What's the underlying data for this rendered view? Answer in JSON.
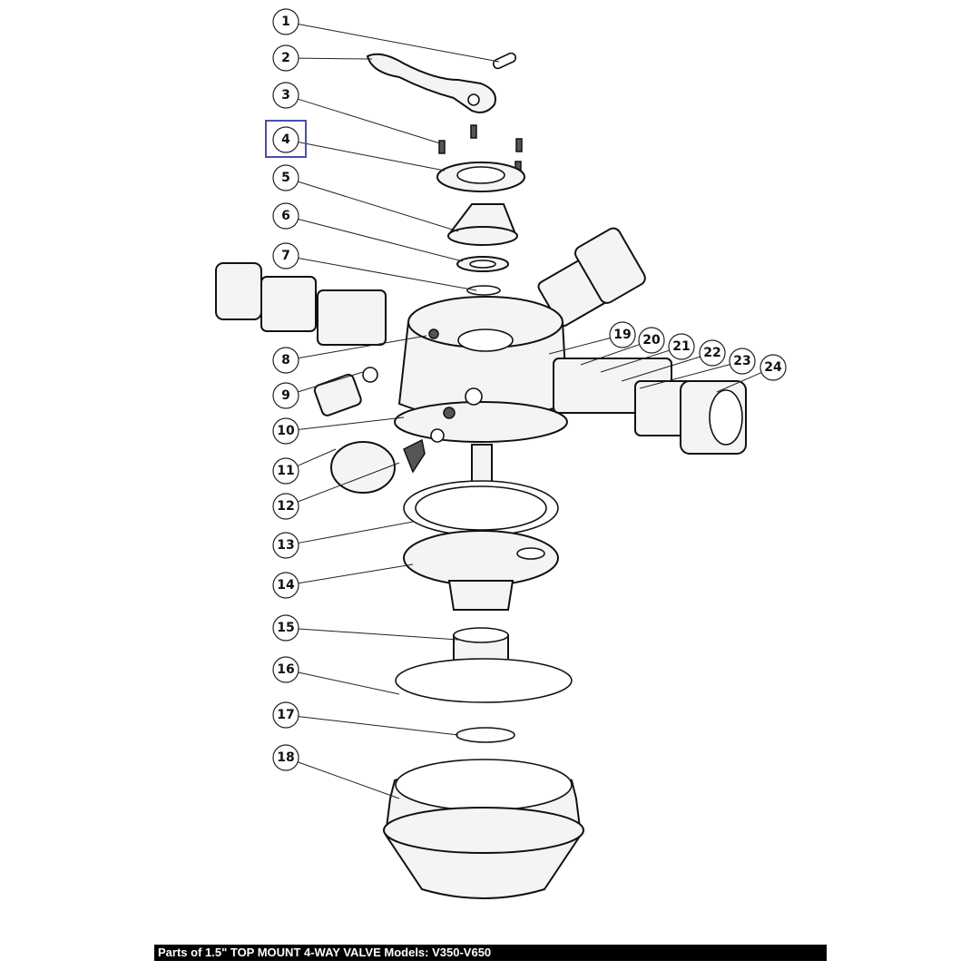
{
  "caption": "Parts of 1.5\" TOP MOUNT 4-WAY VALVE Models: V350-V650",
  "highlighted_part": "4",
  "highlight_color": "#4b4fa8",
  "callouts": [
    {
      "label": "1"
    },
    {
      "label": "2"
    },
    {
      "label": "3"
    },
    {
      "label": "4"
    },
    {
      "label": "5"
    },
    {
      "label": "6"
    },
    {
      "label": "7"
    },
    {
      "label": "8"
    },
    {
      "label": "9"
    },
    {
      "label": "10"
    },
    {
      "label": "11"
    },
    {
      "label": "12"
    },
    {
      "label": "13"
    },
    {
      "label": "14"
    },
    {
      "label": "15"
    },
    {
      "label": "16"
    },
    {
      "label": "17"
    },
    {
      "label": "18"
    },
    {
      "label": "19"
    },
    {
      "label": "20"
    },
    {
      "label": "21"
    },
    {
      "label": "22"
    },
    {
      "label": "23"
    },
    {
      "label": "24"
    }
  ]
}
